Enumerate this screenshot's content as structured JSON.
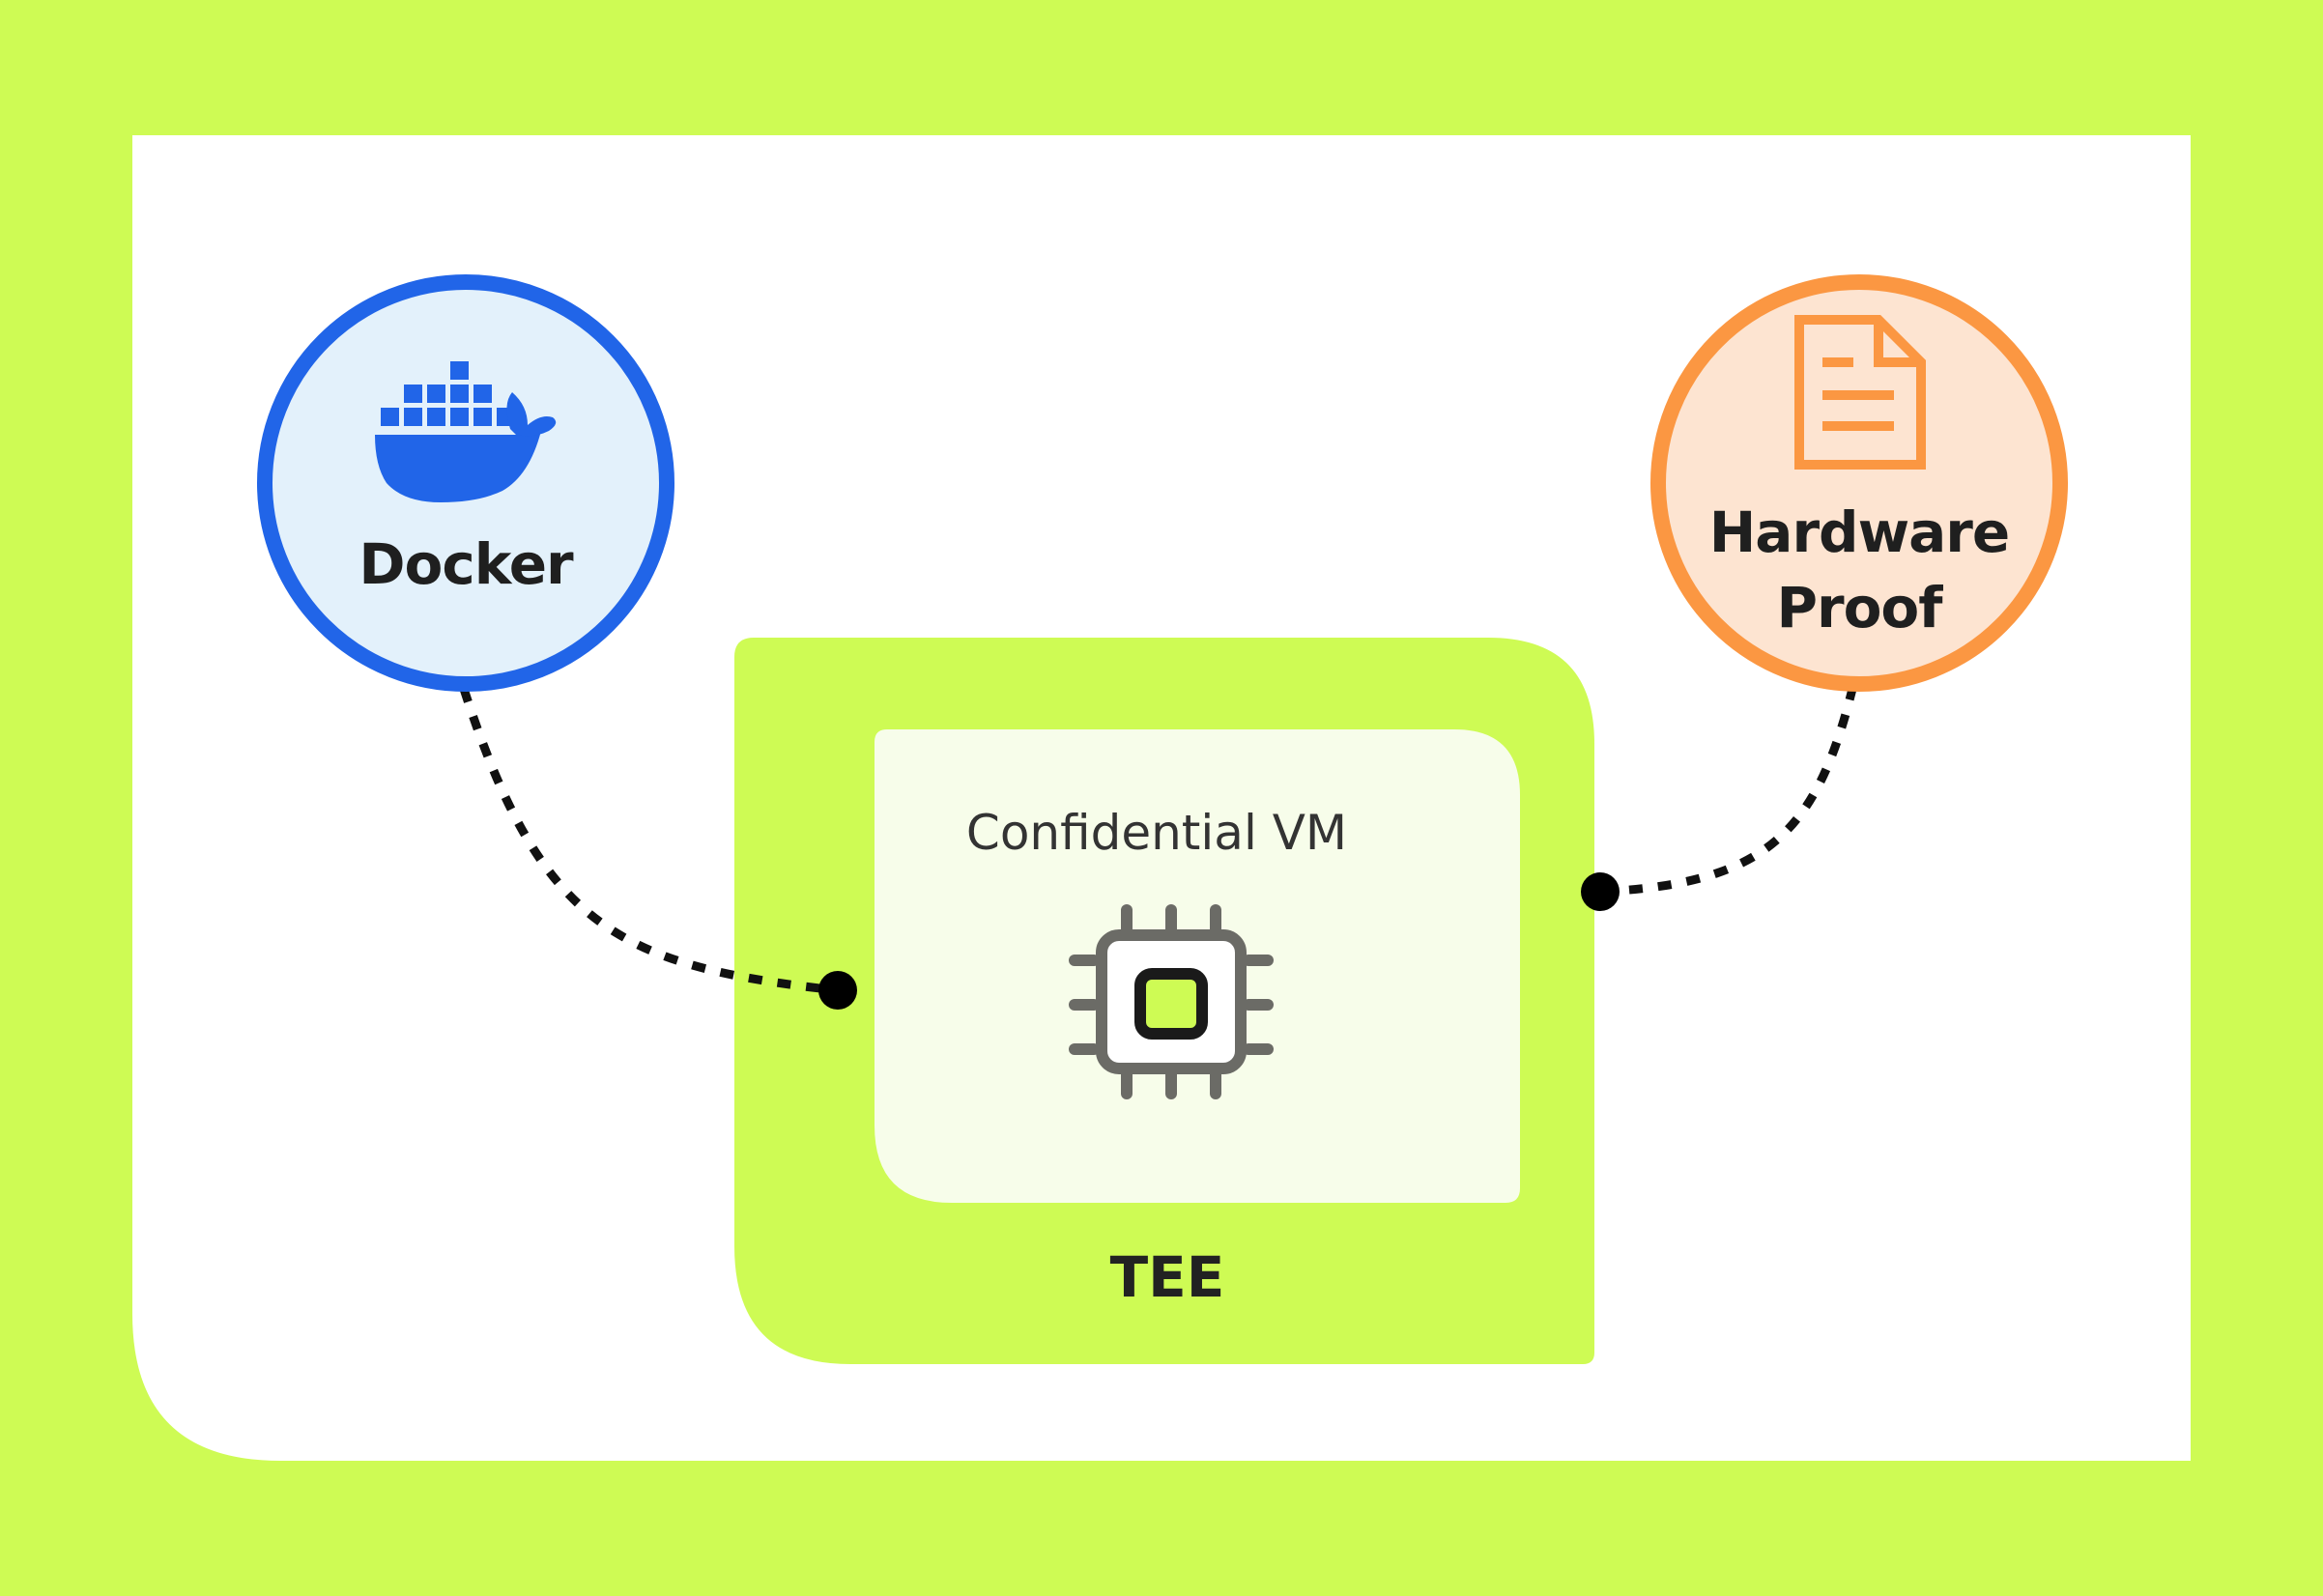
{
  "nodes": {
    "docker": {
      "label": "Docker",
      "icon": "docker-whale-icon",
      "color": "#2165e8",
      "fill": "#e3f1fb"
    },
    "hardware_proof": {
      "label_line1": "Hardware",
      "label_line2": "Proof",
      "icon": "document-icon",
      "color": "#fb9742",
      "fill": "#fde4d1"
    },
    "confidential_vm": {
      "label": "Confidential VM",
      "icon": "cpu-chip-icon"
    },
    "tee": {
      "label": "TEE"
    }
  },
  "connectors": [
    {
      "from": "Docker",
      "to": "Confidential VM",
      "style": "dotted"
    },
    {
      "from": "TEE",
      "to": "Hardware Proof",
      "style": "dotted"
    }
  ],
  "colors": {
    "background": "#cefb54",
    "panel": "#ffffff",
    "tee_fill": "#cefb54",
    "vm_fill": "#f7fdea",
    "connector": "#000000"
  }
}
